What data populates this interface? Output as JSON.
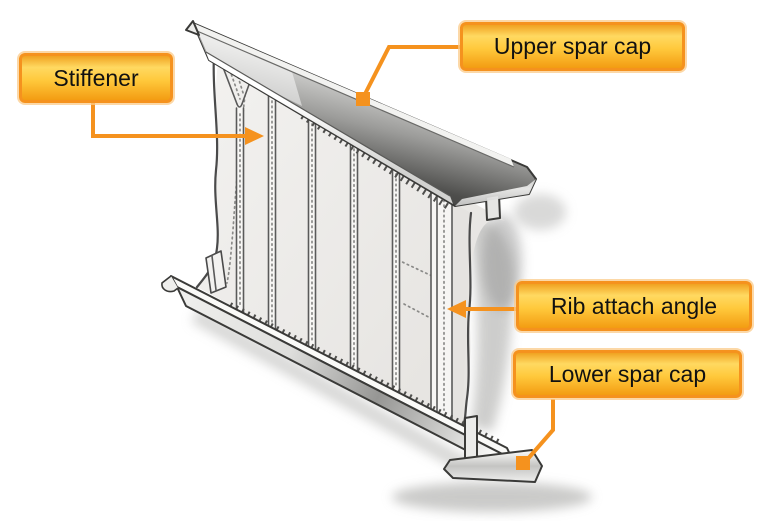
{
  "callouts": [
    {
      "id": "stiffener",
      "label": "Stiffener"
    },
    {
      "id": "upper-spar-cap",
      "label": "Upper spar cap"
    },
    {
      "id": "rib-attach-angle",
      "label": "Rib attach angle"
    },
    {
      "id": "lower-spar-cap",
      "label": "Lower spar cap"
    }
  ],
  "colors": {
    "callout_border": "#F5921E",
    "callout_gradient_top": "#F0A221",
    "callout_gradient_light": "#FFD961",
    "callout_gradient_mid": "#FFC93C",
    "callout_gradient_bottom": "#F39C12",
    "connector": "#F5921E",
    "label_text": "#111111",
    "page_bg": "#FFFFFF"
  }
}
